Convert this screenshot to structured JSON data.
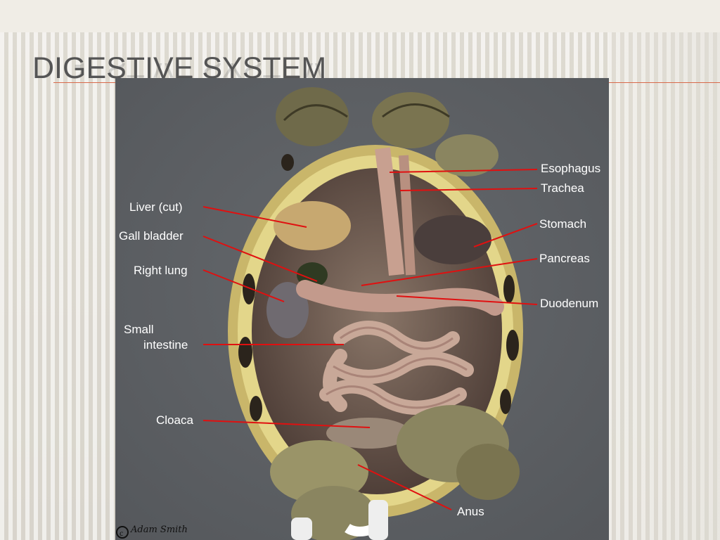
{
  "slide": {
    "title": "DIGESTIVE SYSTEM",
    "accent_color": "#d8694a"
  },
  "photo": {
    "description_icon": "dissected-turtle-photo",
    "label_color": "#ffffff",
    "pointer_color": "#e01010",
    "labels": {
      "esophagus": "Esophagus",
      "trachea": "Trachea",
      "stomach": "Stomach",
      "pancreas": "Pancreas",
      "duodenum": "Duodenum",
      "liver": "Liver (cut)",
      "gall_bladder": "Gall bladder",
      "right_lung": "Right lung",
      "small_intestine_1": "Small",
      "small_intestine_2": "intestine",
      "cloaca": "Cloaca",
      "anus": "Anus"
    },
    "signature": "Adam Smith"
  }
}
